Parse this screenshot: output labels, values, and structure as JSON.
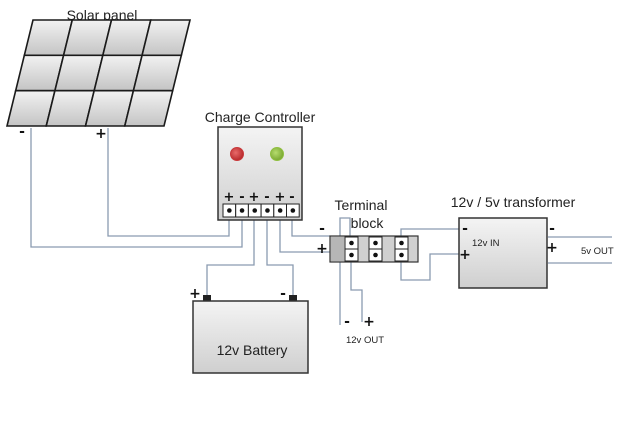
{
  "title": "Solar charging wiring diagram",
  "components": {
    "solar_panel": {
      "label": "Solar panel",
      "neg": "-",
      "pos": "+"
    },
    "charge_controller": {
      "label": "Charge Controller",
      "led_colors": [
        "#c8383a",
        "#8fbf3f"
      ],
      "terminal_signs": [
        "+",
        "-",
        "+",
        "-",
        "+",
        "-"
      ]
    },
    "battery": {
      "label": "12v Battery",
      "pos": "+",
      "neg": "-"
    },
    "terminal_block": {
      "label_line1": "Terminal",
      "label_line2": "block",
      "neg": "-",
      "pos": "+"
    },
    "transformer": {
      "title": "12v / 5v transformer",
      "in_label": "12v IN",
      "out_label": "5v OUT",
      "in_neg": "-",
      "in_pos": "+",
      "out_neg": "-",
      "out_pos": "+"
    },
    "output_12v": {
      "label": "12v OUT",
      "neg": "-",
      "pos": "+"
    }
  },
  "colors": {
    "wire": "#8a9bb0",
    "panel_fill": "#d6d6d6",
    "box_fill": "#e2e2e2"
  }
}
